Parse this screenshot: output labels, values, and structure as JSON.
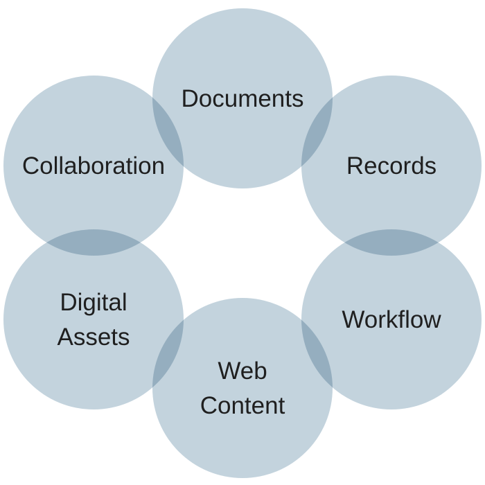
{
  "colors": {
    "circle_fill": "#c3d3dd",
    "text": "#1f1f1f",
    "background": "#ffffff"
  },
  "nodes": [
    {
      "lines": [
        "Documents"
      ]
    },
    {
      "lines": [
        "Records"
      ]
    },
    {
      "lines": [
        "Workflow"
      ]
    },
    {
      "lines": [
        "Web",
        "Content"
      ]
    },
    {
      "lines": [
        "Digital",
        "Assets"
      ]
    },
    {
      "lines": [
        "Collaboration"
      ]
    }
  ]
}
